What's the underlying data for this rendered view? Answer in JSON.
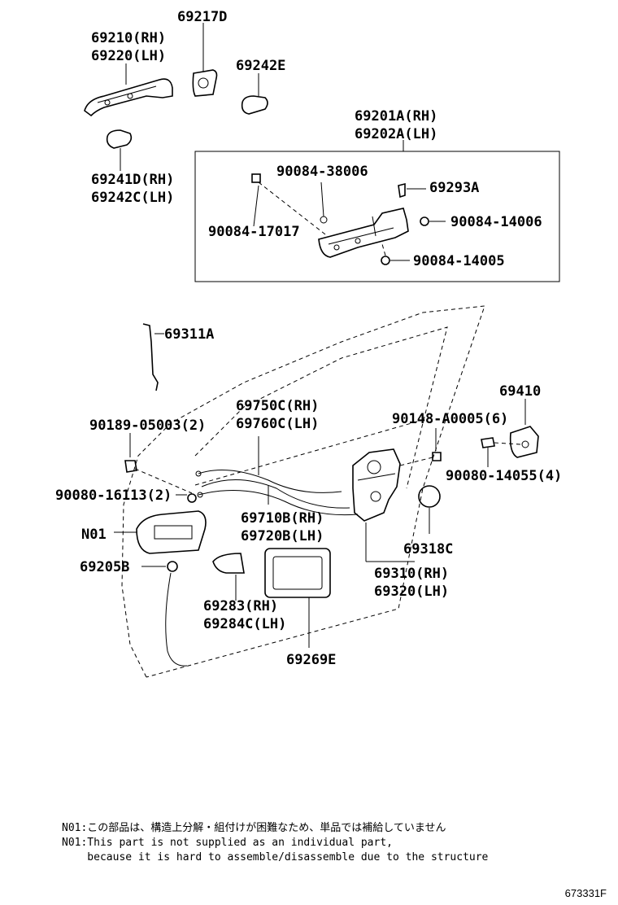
{
  "labels": {
    "p69217D": "69217D",
    "p69210": "69210(RH)",
    "p69220": "69220(LH)",
    "p69242E": "69242E",
    "p69201A": "69201A(RH)",
    "p69202A": "69202A(LH)",
    "p69241D": "69241D(RH)",
    "p69242C": "69242C(LH)",
    "p90084_38006": "90084-38006",
    "p69293A": "69293A",
    "p90084_14006": "90084-14006",
    "p90084_17017": "90084-17017",
    "p90084_14005": "90084-14005",
    "p69311A": "69311A",
    "p69410": "69410",
    "p69750C": "69750C(RH)",
    "p69760C": "69760C(LH)",
    "p90189_05003": "90189-05003(2)",
    "p90148_A0005": "90148-A0005(6)",
    "p90080_14055": "90080-14055(4)",
    "p90080_16113": "90080-16113(2)",
    "pN01": "N01",
    "p69710B": "69710B(RH)",
    "p69720B": "69720B(LH)",
    "p69318C": "69318C",
    "p69205B": "69205B",
    "p69310": "69310(RH)",
    "p69320": "69320(LH)",
    "p69283": "69283(RH)",
    "p69284C": "69284C(LH)",
    "p69269E": "69269E"
  },
  "notes": {
    "line1": "N01:この部品は、構造上分解・組付けが困難なため、単品では補給していません",
    "line2": "N01:This part is not supplied as an individual part,",
    "line3": "    because it is hard to assemble/disassemble due to the structure"
  },
  "ref_code": "673331F"
}
